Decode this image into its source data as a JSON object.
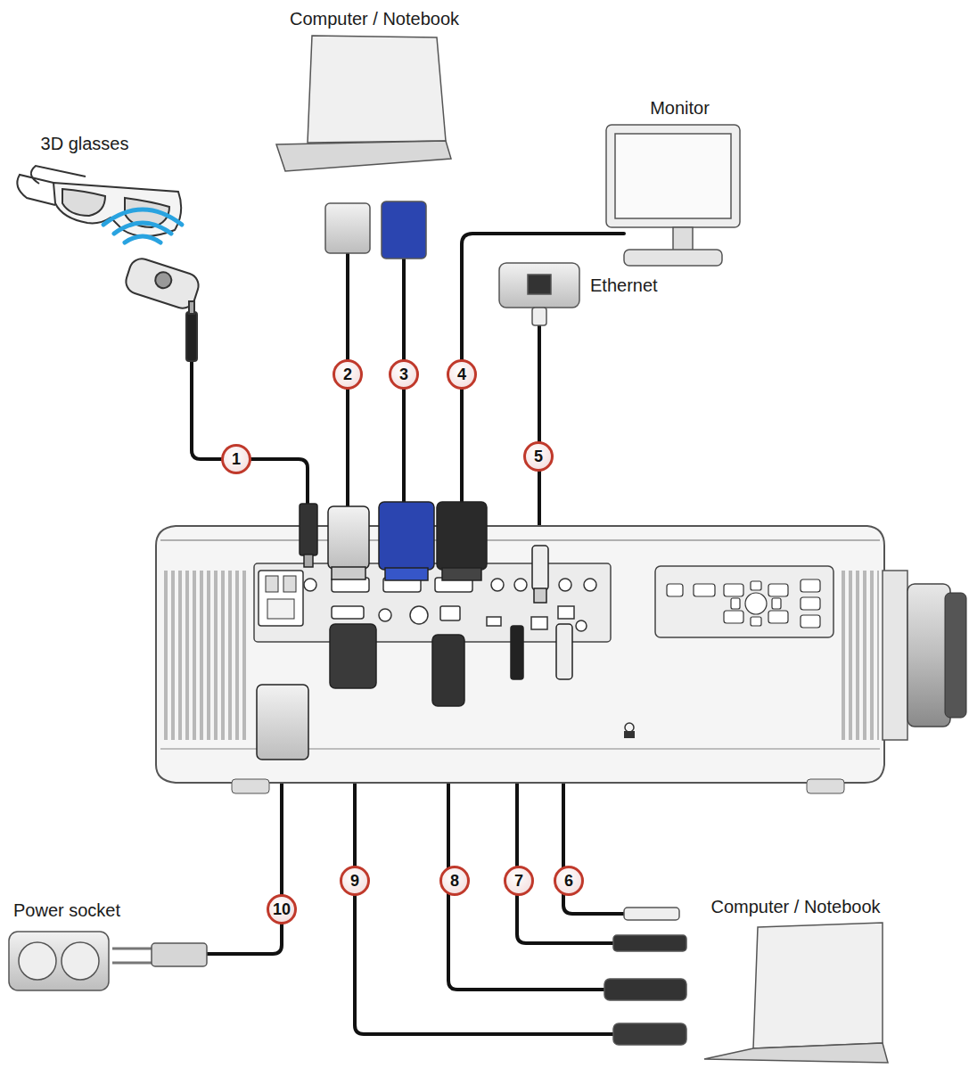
{
  "diagram": {
    "nodes": [
      {
        "text": [
          "Computer / Notebook"
        ]
      },
      {
        "text": [
          "Monitor"
        ]
      },
      {
        "text": [
          "3D glasses"
        ]
      },
      {
        "text": [
          "Ethernet"
        ]
      },
      {
        "text": [
          "Computer / Notebook"
        ]
      },
      {
        "text": [
          "Power socket"
        ]
      }
    ],
    "labels": [
      "1",
      "2",
      "3",
      "4",
      "5",
      "6",
      "7",
      "8",
      "9",
      "10"
    ]
  }
}
